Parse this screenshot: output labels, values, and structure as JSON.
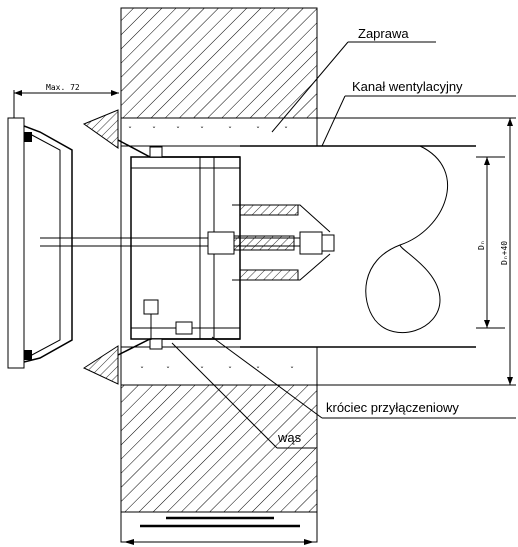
{
  "labels": {
    "zaprawa": "Zaprawa",
    "kanal": "Kanał wentylacyjny",
    "krociec": "króciec przyłączeniowy",
    "was": "wąs"
  },
  "dimensions": {
    "max": "Max. 72",
    "d_inner": "Dₙ",
    "d_outer": "Dₙ+40"
  }
}
